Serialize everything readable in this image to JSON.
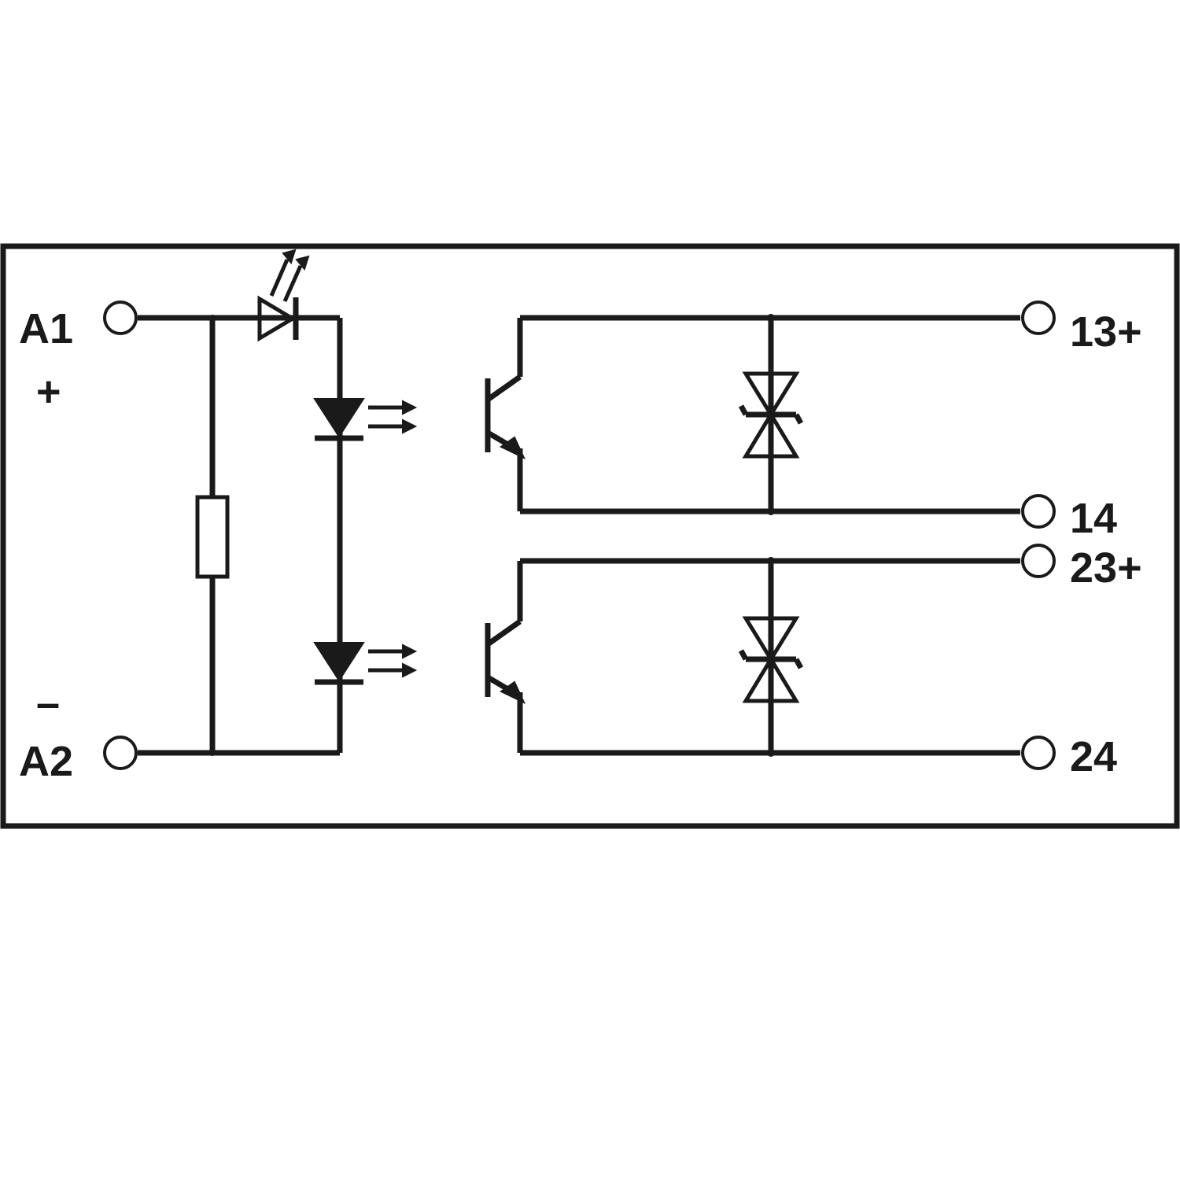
{
  "labels": {
    "a1": "A1",
    "plus": "+",
    "minus": "–",
    "a2": "A2",
    "t13": "13+",
    "t14": "14",
    "t23": "23+",
    "t24": "24"
  },
  "colors": {
    "ink": "#1a1a1a",
    "background": "#ffffff"
  }
}
